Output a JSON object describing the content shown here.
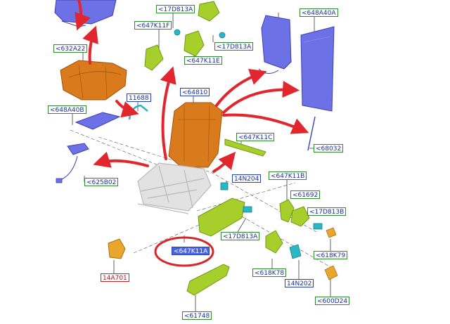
{
  "colors": {
    "arrow": "#e2262d",
    "leader": "#222222",
    "foam": "#d97a1c",
    "foam_dark": "#a5510a",
    "trim_blue": "#6c72e6",
    "trim_blue_dark": "#3b3fb0",
    "bracket_green": "#a7cf2b",
    "bracket_dark": "#6f9a16",
    "cyan": "#29b7c6",
    "gold": "#e9a52c",
    "frame": "#d6d6d6",
    "circle": "#d9262a",
    "label_blue": "#2540c8",
    "label_green": "#2d8a2d",
    "label_red": "#d0202a",
    "label_highlight": "#4a63e0"
  },
  "parts": {
    "p_17D813A_top": "<17D813A",
    "p_647K11F": "<647K11F",
    "p_17D813A_mid": "<17D813A",
    "p_647K11E": "<647K11E",
    "p_648A40A": "<648A40A",
    "p_632A22": "<632A22",
    "p_11688": "11688",
    "p_64810": "<64810",
    "p_648A40B": "<648A40B",
    "p_647K11C": "<647K11C",
    "p_68032": "<68032",
    "p_14N204": "14N204",
    "p_625B02": "<625B02",
    "p_647K11B": "<647K11B",
    "p_61692": "<61692",
    "p_17D813B": "<17D813B",
    "p_17D813A_low": "<17D813A",
    "p_647K11A": "<647K11A",
    "p_618K79": "<618K79",
    "p_618K78": "<618K78",
    "p_14A701": "14A701",
    "p_14N202": "14N202",
    "p_600D24": "<600D24",
    "p_61748": "<61748"
  }
}
